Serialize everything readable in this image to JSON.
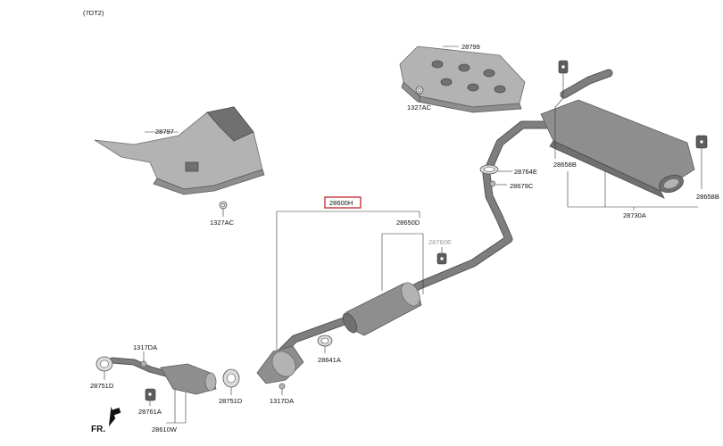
{
  "diagram": {
    "header_code": "(7DT2)",
    "direction_label": "FR.",
    "highlight_color": "#c0262c",
    "muted_label_color": "#9a9a9a",
    "part_labels": {
      "heat_protector_rear": "28799",
      "clip_rear": "1327AC",
      "heat_protector_front": "28797",
      "clip_front": "1327AC",
      "exhaust_assembly": "28600H",
      "center_muffler": "28650D",
      "hanger_center": "28760E",
      "gasket_center": "28641A",
      "ring_rear": "28764E",
      "spring_rear": "28679C",
      "hanger_rear_left": "28658B",
      "hanger_rear_right": "28658B",
      "rear_muffler": "28730A",
      "bolt_front_upper": "1317DA",
      "gasket_front_left": "28751D",
      "hanger_front": "28761A",
      "front_pipe": "28610W",
      "gasket_front_center": "28751D",
      "bolt_front_lower": "1317DA"
    }
  }
}
